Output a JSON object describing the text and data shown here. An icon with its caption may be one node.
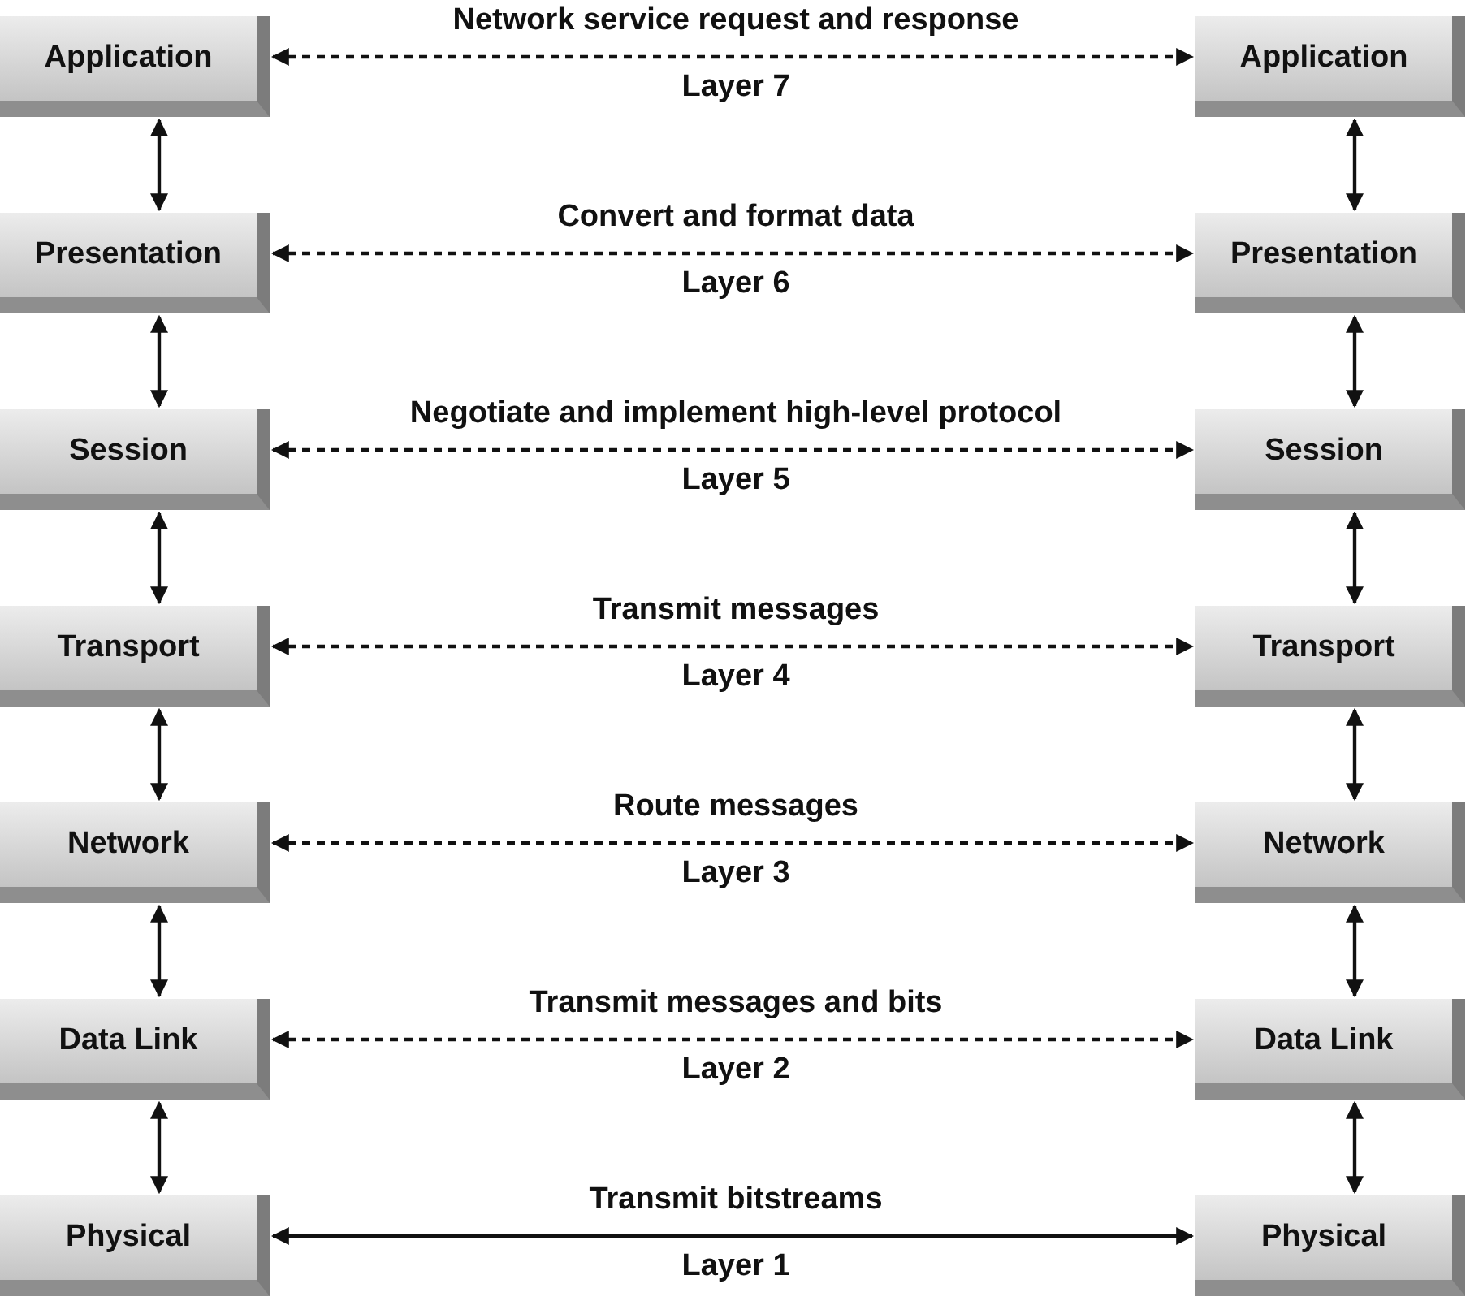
{
  "diagram": {
    "nodes": [
      {
        "text": [
          "Application"
        ]
      },
      {
        "text": [
          "Application"
        ]
      },
      {
        "text": [
          "Presentation"
        ]
      },
      {
        "text": [
          "Presentation"
        ]
      },
      {
        "text": [
          "Session"
        ]
      },
      {
        "text": [
          "Session"
        ]
      },
      {
        "text": [
          "Transport"
        ]
      },
      {
        "text": [
          "Transport"
        ]
      },
      {
        "text": [
          "Network"
        ]
      },
      {
        "text": [
          "Network"
        ]
      },
      {
        "text": [
          "Data Link"
        ]
      },
      {
        "text": [
          "Data Link"
        ]
      },
      {
        "text": [
          "Physical"
        ]
      },
      {
        "text": [
          "Physical"
        ]
      }
    ],
    "edges": [
      {
        "from": 0,
        "to": 1,
        "arrow": "both",
        "label": "Network service request and response",
        "style": "dashed"
      },
      {
        "from": 2,
        "to": 3,
        "arrow": "both",
        "label": "Convert and format data",
        "style": "dashed"
      },
      {
        "from": 4,
        "to": 5,
        "arrow": "both",
        "label": "Negotiate and implement high-level protocol",
        "style": "dashed"
      },
      {
        "from": 6,
        "to": 7,
        "arrow": "both",
        "label": "Transmit messages",
        "style": "dashed"
      },
      {
        "from": 8,
        "to": 9,
        "arrow": "both",
        "label": "Route messages",
        "style": "dashed"
      },
      {
        "from": 10,
        "to": 11,
        "arrow": "both",
        "label": "Transmit messages and bits",
        "style": "dashed"
      },
      {
        "from": 12,
        "to": 13,
        "arrow": "both",
        "label": "Transmit bitstreams"
      },
      {
        "from": 0,
        "to": 2,
        "arrow": "both"
      },
      {
        "from": 2,
        "to": 4,
        "arrow": "both"
      },
      {
        "from": 4,
        "to": 6,
        "arrow": "both"
      },
      {
        "from": 6,
        "to": 8,
        "arrow": "both"
      },
      {
        "from": 8,
        "to": 10,
        "arrow": "both"
      },
      {
        "from": 10,
        "to": 12,
        "arrow": "both"
      },
      {
        "from": 1,
        "to": 3,
        "arrow": "both"
      },
      {
        "from": 3,
        "to": 5,
        "arrow": "both"
      },
      {
        "from": 5,
        "to": 7,
        "arrow": "both"
      },
      {
        "from": 7,
        "to": 9,
        "arrow": "both"
      },
      {
        "from": 9,
        "to": 11,
        "arrow": "both"
      },
      {
        "from": 11,
        "to": 13,
        "arrow": "both"
      }
    ],
    "labels": [
      "Layer 7",
      "Layer 6",
      "Layer 5",
      "Layer 4",
      "Layer 3",
      "Layer 2",
      "Layer 1"
    ]
  }
}
